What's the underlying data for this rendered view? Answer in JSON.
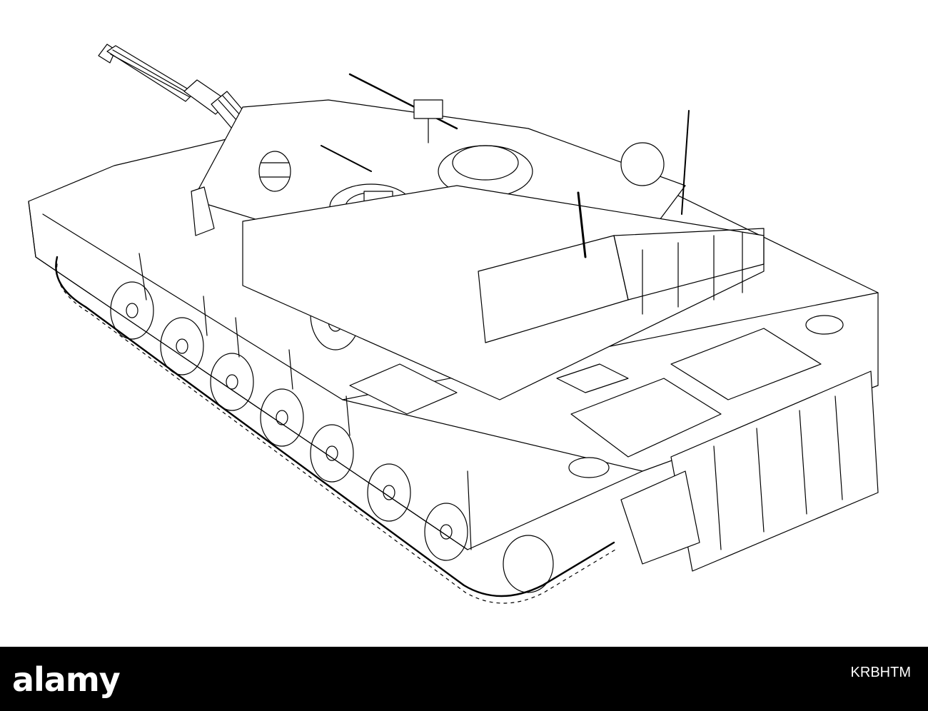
{
  "image": {
    "subject": "tank-wireframe-drawing",
    "line_color": "#000000",
    "background_color": "#ffffff"
  },
  "footer": {
    "background_color": "#000000",
    "brand_name": "alamy",
    "asset_id": "KRBHTM",
    "text_color": "#ffffff"
  }
}
